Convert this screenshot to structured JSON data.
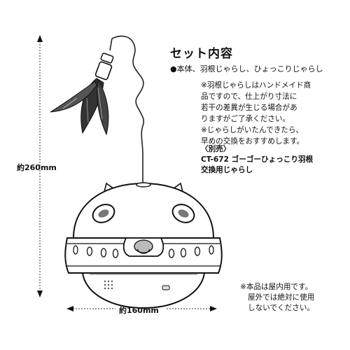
{
  "title": "セット内容",
  "contents_line": "●本体、羽根じゃらし、ひょっこりじゃらし",
  "notes": [
    "※羽根じゃらしはハンドメイド商",
    "品ですので、仕上がり寸法に",
    "若干の差異が生じる場合があ",
    "りますがご了承ください。",
    "※じゃらしがいたんできたら、",
    "早めの交換をおすすめします。"
  ],
  "separately_sold": {
    "label": "〈別売〉",
    "product_line": "CT-672 ゴーゴーひょっこり羽根",
    "product_line2": "交換用じゃらし"
  },
  "indoor_note": [
    "※本品は屋内用です。",
    "屋外では絶対に使用",
    "しないでください。"
  ],
  "dimensions": {
    "height": "約260mm",
    "width": "約160mm"
  }
}
